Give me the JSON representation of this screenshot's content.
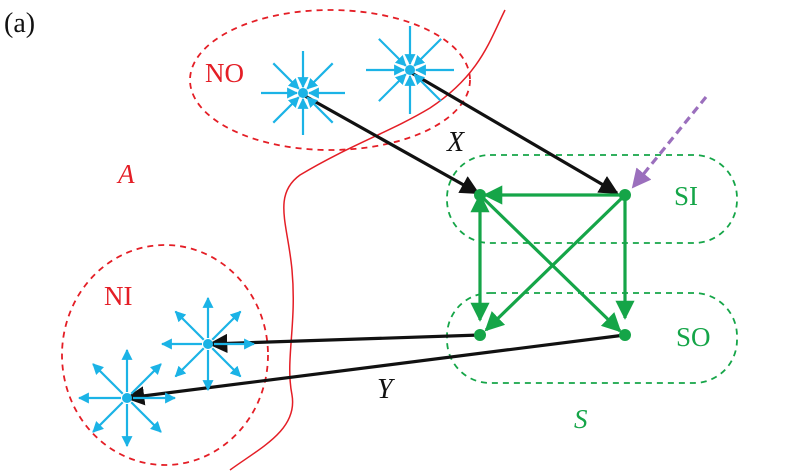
{
  "figure": {
    "panel_label": "(a)",
    "regions": {
      "no_label": "NO",
      "ni_label": "NI",
      "si_label": "SI",
      "so_label": "SO",
      "a_label": "A",
      "s_label": "S"
    },
    "edge_labels": {
      "x_label": "X",
      "y_label": "Y"
    },
    "colors": {
      "red": "#e41e26",
      "green": "#15a548",
      "cyan": "#1bb3e6",
      "black": "#111111",
      "purple": "#9b6fbd"
    }
  }
}
